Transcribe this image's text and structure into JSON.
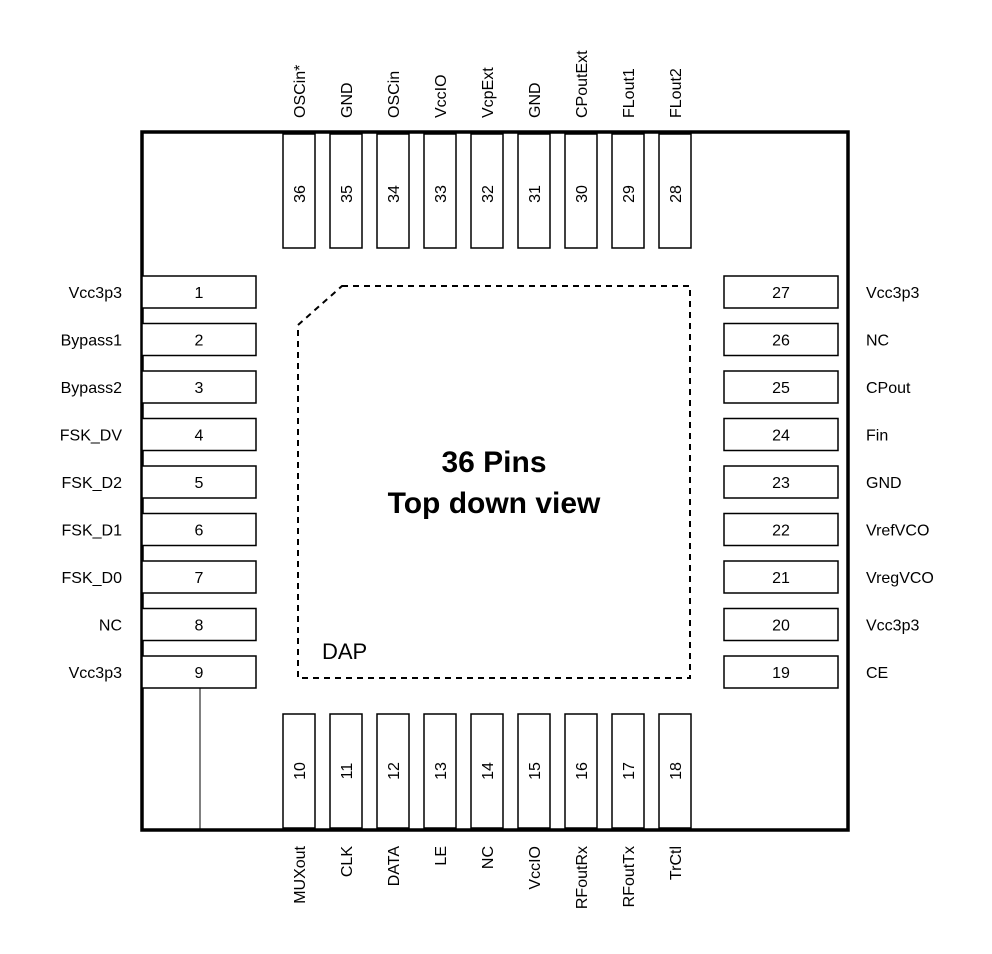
{
  "title": {
    "line1": "36 Pins",
    "line2": "Top down view"
  },
  "dap_label": "DAP",
  "pins": {
    "left": [
      {
        "num": "1",
        "name": "Vcc3p3"
      },
      {
        "num": "2",
        "name": "Bypass1"
      },
      {
        "num": "3",
        "name": "Bypass2"
      },
      {
        "num": "4",
        "name": "FSK_DV"
      },
      {
        "num": "5",
        "name": "FSK_D2"
      },
      {
        "num": "6",
        "name": "FSK_D1"
      },
      {
        "num": "7",
        "name": "FSK_D0"
      },
      {
        "num": "8",
        "name": "NC"
      },
      {
        "num": "9",
        "name": "Vcc3p3"
      }
    ],
    "bottom": [
      {
        "num": "10",
        "name": "MUXout"
      },
      {
        "num": "11",
        "name": "CLK"
      },
      {
        "num": "12",
        "name": "DATA"
      },
      {
        "num": "13",
        "name": "LE"
      },
      {
        "num": "14",
        "name": "NC"
      },
      {
        "num": "15",
        "name": "VccIO"
      },
      {
        "num": "16",
        "name": "RFoutRx"
      },
      {
        "num": "17",
        "name": "RFoutTx"
      },
      {
        "num": "18",
        "name": "TrCtl"
      }
    ],
    "right": [
      {
        "num": "19",
        "name": "CE"
      },
      {
        "num": "20",
        "name": "Vcc3p3"
      },
      {
        "num": "21",
        "name": "VregVCO"
      },
      {
        "num": "22",
        "name": "VrefVCO"
      },
      {
        "num": "23",
        "name": "GND"
      },
      {
        "num": "24",
        "name": "Fin"
      },
      {
        "num": "25",
        "name": "CPout"
      },
      {
        "num": "26",
        "name": "NC"
      },
      {
        "num": "27",
        "name": "Vcc3p3"
      }
    ],
    "top": [
      {
        "num": "28",
        "name": "FLout2"
      },
      {
        "num": "29",
        "name": "FLout1"
      },
      {
        "num": "30",
        "name": "CPoutExt"
      },
      {
        "num": "31",
        "name": "GND"
      },
      {
        "num": "32",
        "name": "VcpExt"
      },
      {
        "num": "33",
        "name": "VccIO"
      },
      {
        "num": "34",
        "name": "OSCin"
      },
      {
        "num": "35",
        "name": "GND"
      },
      {
        "num": "36",
        "name": "OSCin*"
      }
    ]
  }
}
